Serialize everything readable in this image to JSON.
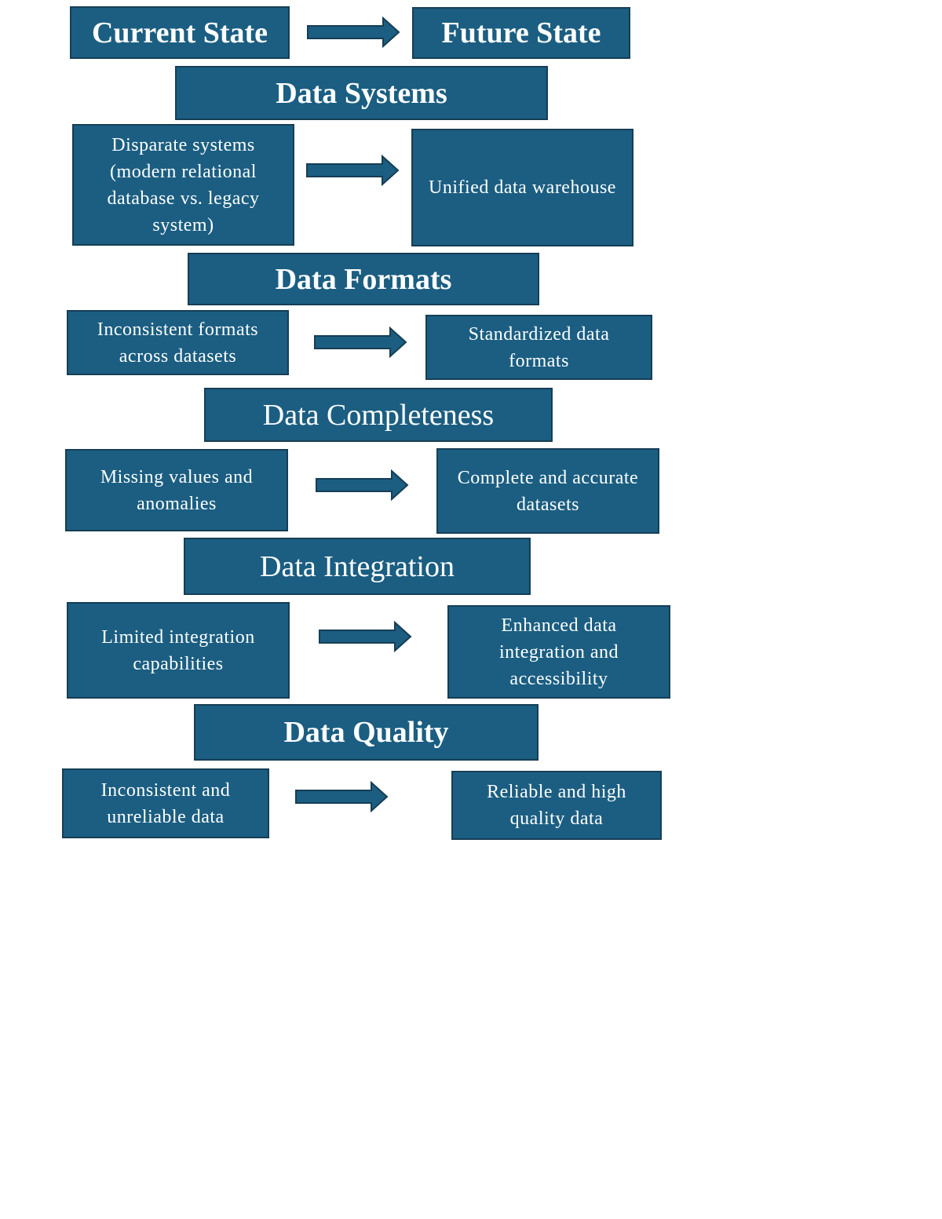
{
  "header": {
    "current": "Current State",
    "future": "Future State"
  },
  "sections": [
    {
      "title": "Data Systems",
      "current": "Disparate systems (modern relational database vs. legacy system)",
      "future": "Unified data warehouse"
    },
    {
      "title": "Data Formats",
      "current": "Inconsistent formats across datasets",
      "future": "Standardized data formats"
    },
    {
      "title": "Data Completeness",
      "current": "Missing values and anomalies",
      "future": "Complete and accurate datasets"
    },
    {
      "title": "Data Integration",
      "current": "Limited integration capabilities",
      "future": "Enhanced data integration and accessibility"
    },
    {
      "title": "Data Quality",
      "current": "Inconsistent and unreliable data",
      "future": "Reliable and high quality data"
    }
  ],
  "colors": {
    "box_fill": "#1b5e82",
    "box_border": "#163e55",
    "text": "#ffffff"
  }
}
